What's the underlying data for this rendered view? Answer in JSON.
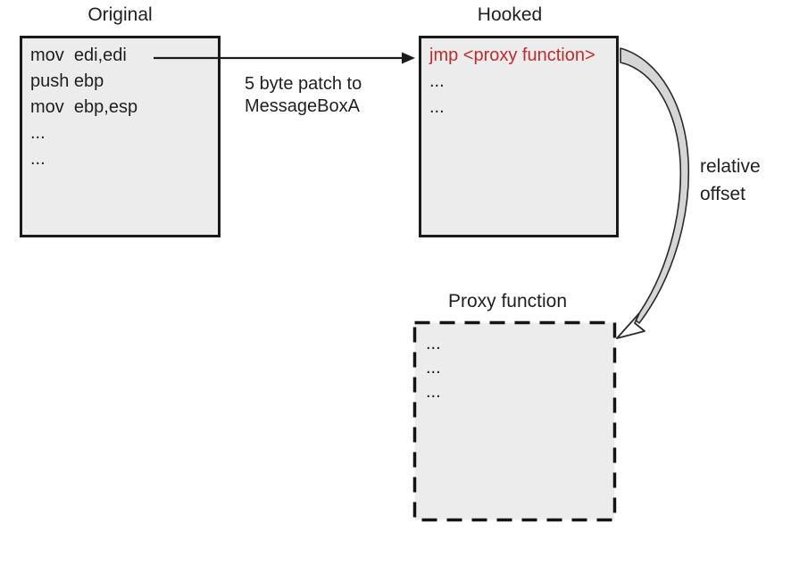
{
  "diagram": {
    "original": {
      "title": "Original",
      "lines": [
        "mov  edi,edi",
        "push ebp",
        "mov  ebp,esp",
        "...",
        "..."
      ]
    },
    "hooked": {
      "title": "Hooked",
      "jmp_line": "jmp <proxy function>",
      "lines": [
        "...",
        "..."
      ]
    },
    "proxy": {
      "title": "Proxy function",
      "lines": [
        "...",
        "...",
        "..."
      ]
    },
    "patch_label": {
      "line1": "5 byte patch to",
      "line2": "MessageBoxA"
    },
    "offset_label": {
      "line1": "relative",
      "line2": "offset"
    },
    "colors": {
      "box_fill": "#ececec",
      "box_border": "#1a1a1a",
      "text": "#1f1f1f",
      "jmp_red": "#c22b2b",
      "curved_arrow_fill": "#d6d6d6",
      "background": "#ffffff"
    }
  }
}
